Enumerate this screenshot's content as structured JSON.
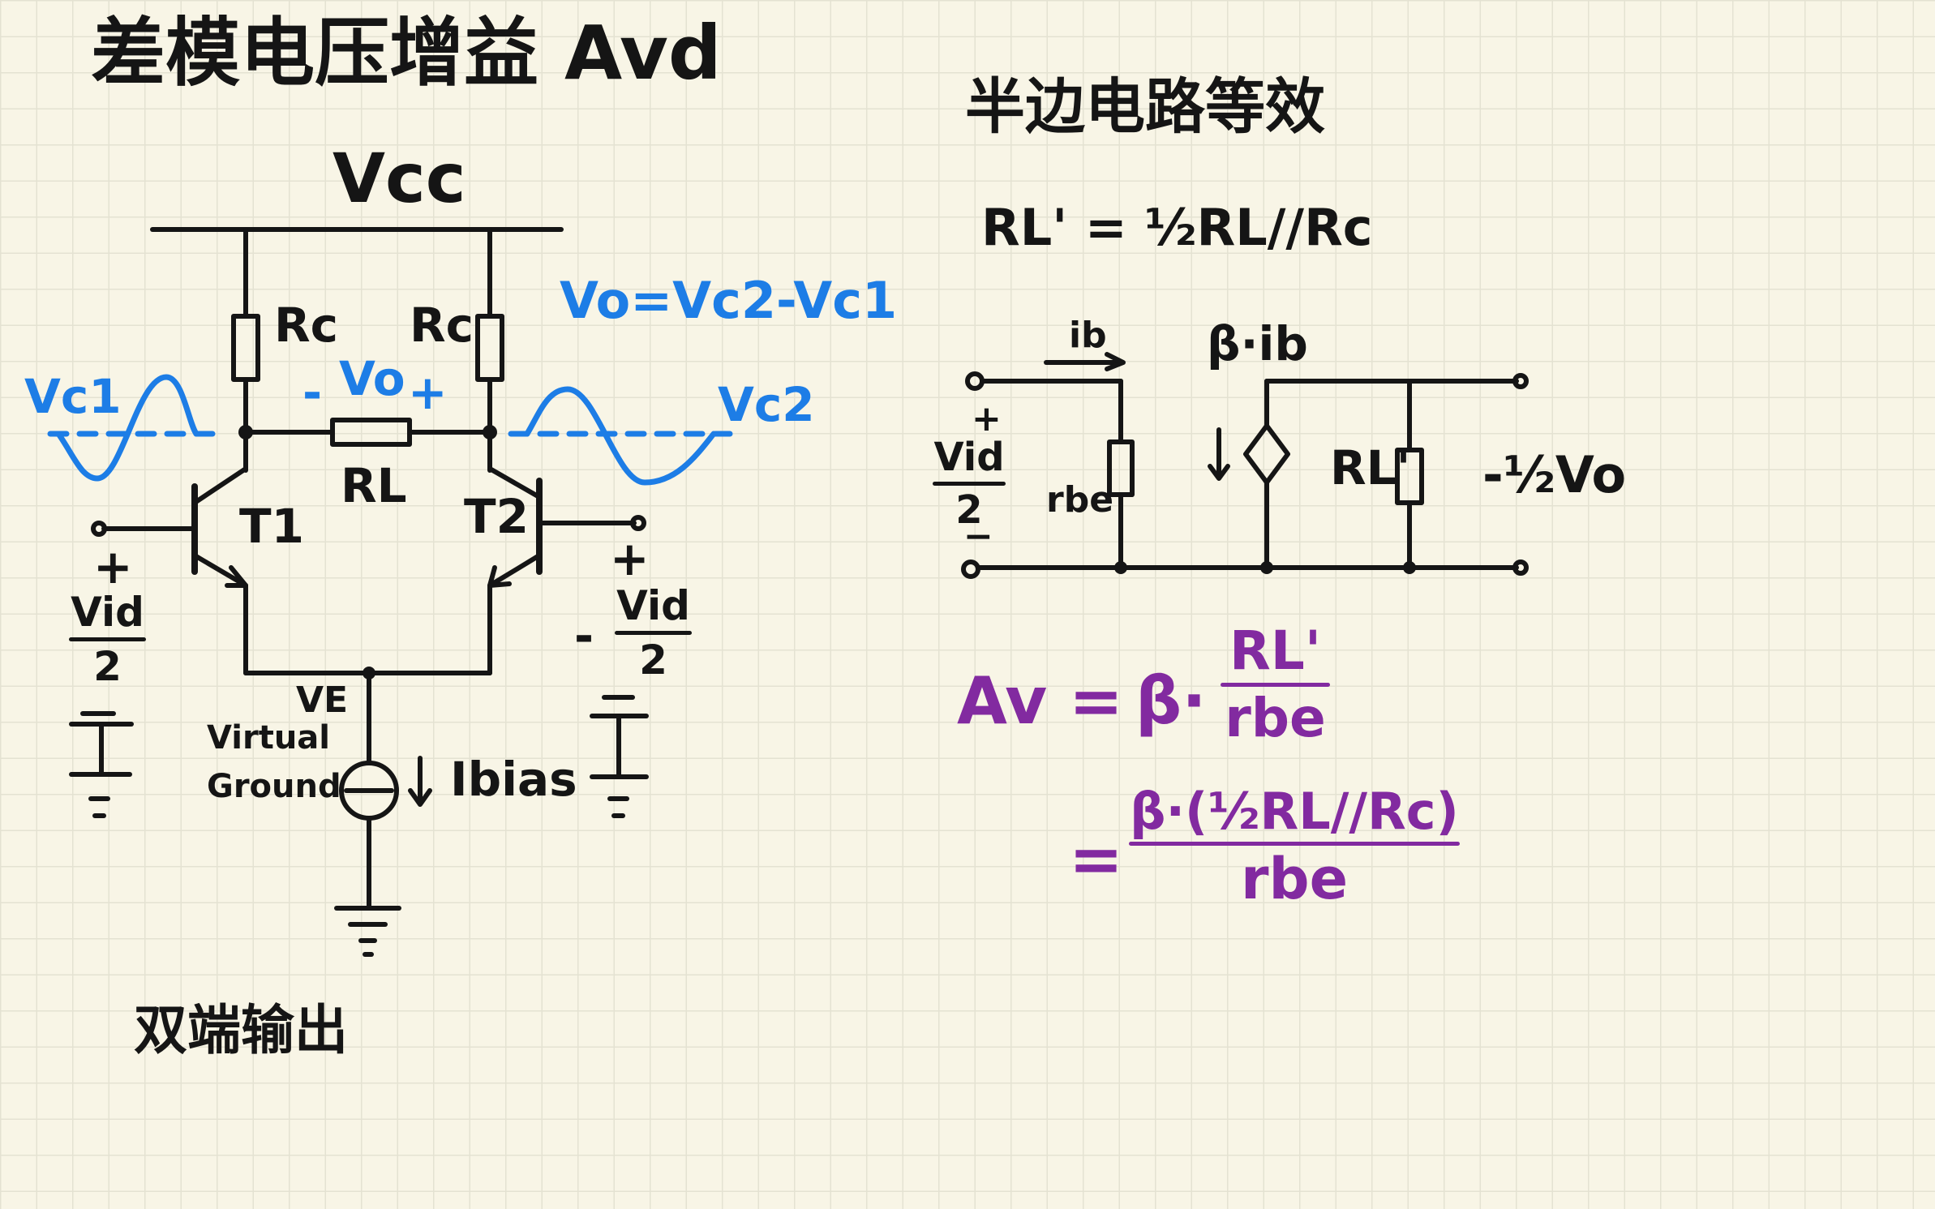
{
  "left": {
    "title": "差模电压增益 Avd",
    "vcc": "Vcc",
    "rc_left": "Rc",
    "rc_right": "Rc",
    "vo_minus": "-",
    "vo_label": "Vo",
    "vo_plus": "+",
    "rl": "RL",
    "t1": "T1",
    "t2": "T2",
    "vc1": "Vc1",
    "vc2": "Vc2",
    "vo_equation": "Vo=Vc2-Vc1",
    "in_left_plus": "+",
    "in_left_num": "Vid",
    "in_left_den": "2",
    "in_right_plus": "+",
    "in_right_minus": "-",
    "in_right_num": "Vid",
    "in_right_den": "2",
    "ve": "VE",
    "virtual": "Virtual",
    "ground": "Ground",
    "ibias": "Ibias",
    "output_mode": "双端输出"
  },
  "right": {
    "title": "半边电路等效",
    "rl_prime_eq": "RL' = ½RL//Rc",
    "ib": "ib",
    "beta_ib": "β·ib",
    "in_plus": "+",
    "in_num": "Vid",
    "in_den": "2",
    "in_minus": "−",
    "rbe": "rbe",
    "rl_prime": "RL'",
    "out_label": "-½Vo"
  },
  "gain": {
    "lhs": "Av",
    "eq1": "=",
    "beta1": "β·",
    "num1": "RL'",
    "den1": "rbe",
    "eq2": "=",
    "num2": "β·(½RL//Rc)",
    "den2": "rbe"
  },
  "colors": {
    "ink": "#151515",
    "blue": "#1d7de6",
    "purple": "#822aa0"
  }
}
